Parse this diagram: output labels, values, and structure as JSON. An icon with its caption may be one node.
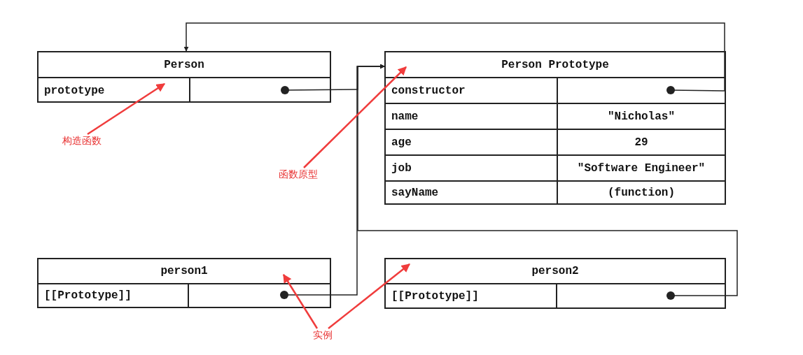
{
  "diagram": {
    "nodes": [
      {
        "text": [
          "Person"
        ]
      },
      {
        "text": [
          "prototype"
        ],
        "in": 0
      },
      {
        "text": [],
        "shape": "box",
        "in": 0
      },
      {
        "text": [
          "Person Prototype"
        ]
      },
      {
        "text": [
          "constructor"
        ],
        "in": 3
      },
      {
        "text": [],
        "shape": "box",
        "in": 3
      },
      {
        "text": [
          "name"
        ],
        "in": 3
      },
      {
        "text": [
          "\"Nicholas\""
        ],
        "in": 3
      },
      {
        "text": [
          "age"
        ],
        "in": 3
      },
      {
        "text": [
          "29"
        ],
        "in": 3
      },
      {
        "text": [
          "job"
        ],
        "in": 3
      },
      {
        "text": [
          "\"Software Engineer\""
        ],
        "in": 3
      },
      {
        "text": [
          "sayName"
        ],
        "in": 3
      },
      {
        "text": [
          "(function)"
        ],
        "in": 3
      },
      {
        "text": [
          "person1"
        ]
      },
      {
        "text": [
          "[[Prototype]]"
        ],
        "in": 14
      },
      {
        "text": [],
        "shape": "box",
        "in": 14
      },
      {
        "text": [
          "person2"
        ]
      },
      {
        "text": [
          "[[Prototype]]"
        ],
        "in": 17
      },
      {
        "text": [],
        "shape": "box",
        "in": 17
      },
      {
        "text": [
          "构造函数"
        ]
      },
      {
        "text": [
          "函数原型"
        ]
      },
      {
        "text": [
          "实例"
        ]
      }
    ],
    "edges": [
      {
        "from": 2,
        "to": 3,
        "arrow": "to"
      },
      {
        "from": 5,
        "to": 0,
        "arrow": "to"
      },
      {
        "from": 16,
        "to": 3,
        "arrow": "to"
      },
      {
        "from": 19,
        "to": 3,
        "arrow": "to"
      },
      {
        "from": 20,
        "to": 0,
        "arrow": "to",
        "color": "#f03c3c"
      },
      {
        "from": 21,
        "to": 3,
        "arrow": "to",
        "color": "#f03c3c"
      },
      {
        "from": 22,
        "to": 14,
        "arrow": "to",
        "color": "#f03c3c"
      },
      {
        "from": 22,
        "to": 17,
        "arrow": "to",
        "color": "#f03c3c"
      }
    ]
  }
}
